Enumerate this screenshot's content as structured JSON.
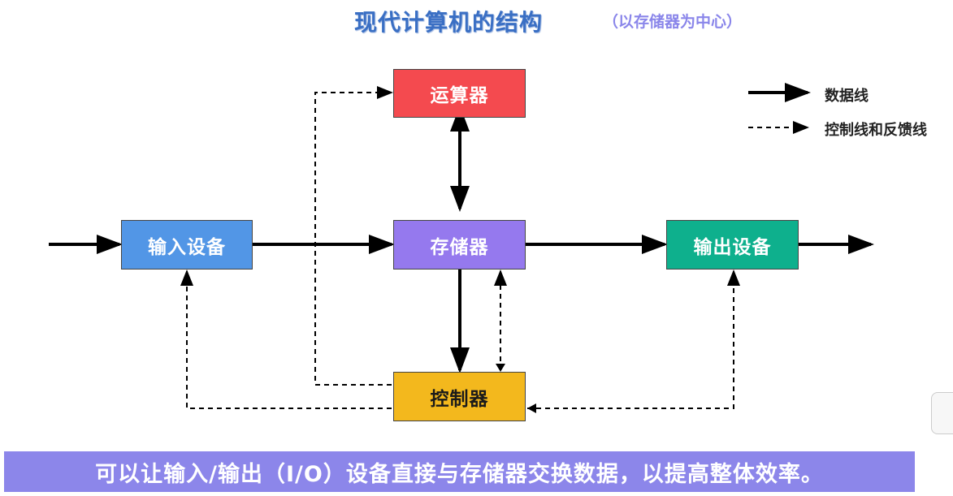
{
  "title": "现代计算机的结构",
  "subtitle": "（以存储器为中心）",
  "nodes": {
    "alu": "运算器",
    "input": "输入设备",
    "memory": "存储器",
    "output": "输出设备",
    "controller": "控制器"
  },
  "legend": {
    "data_line": "数据线",
    "control_line": "控制线和反馈线"
  },
  "banner": "可以让输入/输出（I/O）设备直接与存储器交换数据，以提高整体效率。",
  "colors": {
    "title": "#3a6fc4",
    "subtitle": "#8a86ea",
    "alu": "#f44a4f",
    "input": "#5296e6",
    "memory": "#9579ee",
    "output": "#0eb08d",
    "controller": "#f3b81d",
    "banner": "#8c86ea"
  }
}
